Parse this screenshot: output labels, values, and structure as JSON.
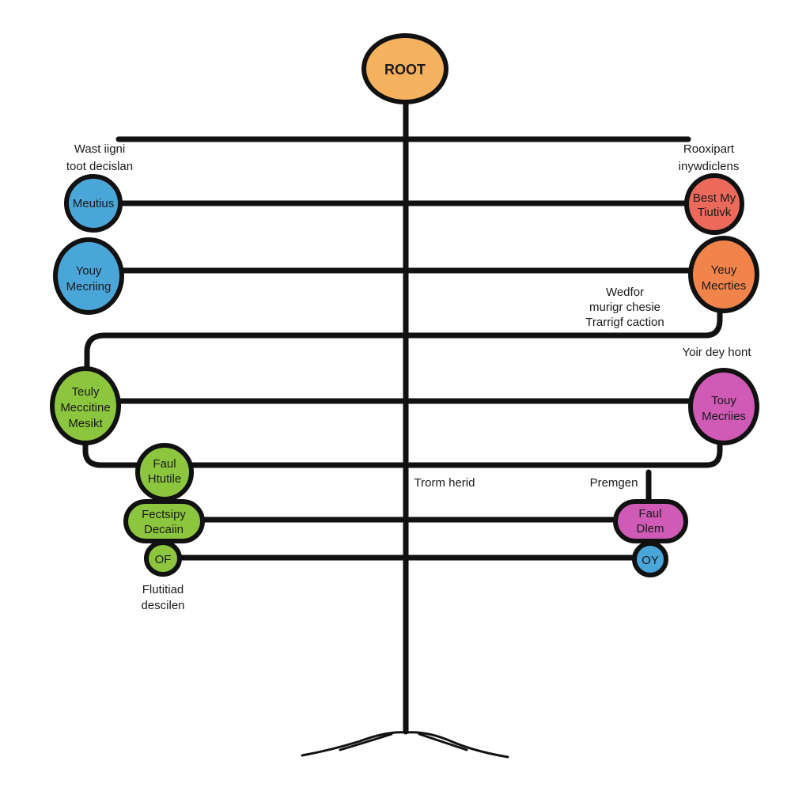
{
  "root": {
    "label": "ROOT",
    "color": "#f6b15e"
  },
  "nodes": {
    "l1": {
      "lines": [
        "Meutius"
      ],
      "color": "#4aa6d9"
    },
    "l2": {
      "lines": [
        "Youy",
        "Mecriing"
      ],
      "color": "#4aa6d9"
    },
    "l3": {
      "lines": [
        "Teuly",
        "Meccitine",
        "Mesikt"
      ],
      "color": "#8cc63f"
    },
    "l4": {
      "lines": [
        "Faul",
        "Htutile"
      ],
      "color": "#8cc63f"
    },
    "l5": {
      "lines": [
        "Fectsipy",
        "Decaiin"
      ],
      "color": "#8cc63f"
    },
    "l6": {
      "lines": [
        "OF"
      ],
      "color": "#8cc63f"
    },
    "r1": {
      "lines": [
        "Best My",
        "Tiutivk"
      ],
      "color": "#ec6a5c"
    },
    "r2": {
      "lines": [
        "Yeuy",
        "Mecrties"
      ],
      "color": "#f0844a"
    },
    "r3": {
      "lines": [
        "Touy",
        "Mecriies"
      ],
      "color": "#cf5bb7"
    },
    "r4": {
      "lines": [
        "Faul",
        "Dlem"
      ],
      "color": "#cf5bb7"
    },
    "r5": {
      "lines": [
        "OY"
      ],
      "color": "#4aa6d9"
    }
  },
  "labels": {
    "top_left": [
      "Wast iigni",
      "toot decislan"
    ],
    "top_right": [
      "Rooxipart",
      "inywdiclens"
    ],
    "mid_right": [
      "Wedfor",
      "murigr chesie",
      "Trarrigf caction"
    ],
    "right_dept": "Yoir dey hont",
    "center": "Trorm herid",
    "right_lower": "Premgen",
    "bottom_left": [
      "Flutitiad",
      "descilen"
    ]
  }
}
